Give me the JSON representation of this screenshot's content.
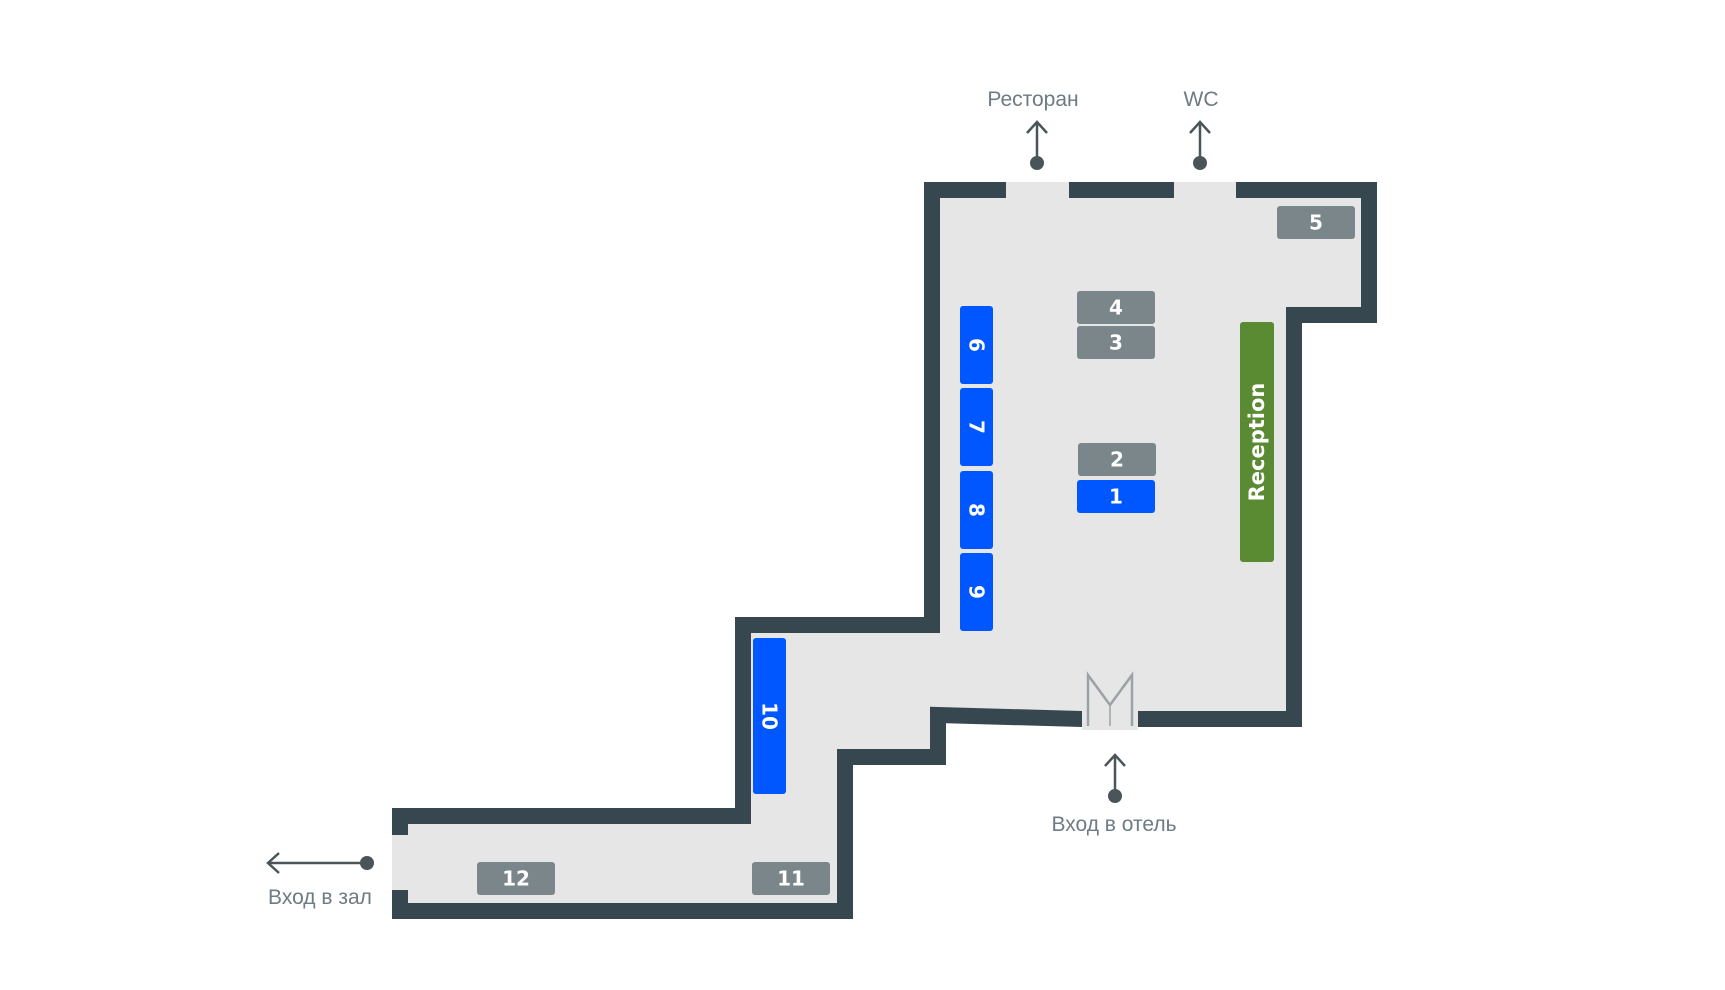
{
  "labels": {
    "restaurant": "Ресторан",
    "wc": "WC",
    "hotel_entrance": "Вход в отель",
    "hall_entrance": "Вход в зал"
  },
  "reception": {
    "label": "Reception",
    "color": "#5a8a32"
  },
  "colors": {
    "wall": "#37474f",
    "floor": "#e6e6e6",
    "booth_gray": "#7b868b",
    "booth_blue": "#0057ff",
    "label": "#6e7b82"
  },
  "booths": [
    {
      "id": "1",
      "label": "1",
      "status": "blue"
    },
    {
      "id": "2",
      "label": "2",
      "status": "gray"
    },
    {
      "id": "3",
      "label": "3",
      "status": "gray"
    },
    {
      "id": "4",
      "label": "4",
      "status": "gray"
    },
    {
      "id": "5",
      "label": "5",
      "status": "gray"
    },
    {
      "id": "6",
      "label": "6",
      "status": "blue"
    },
    {
      "id": "7",
      "label": "7",
      "status": "blue"
    },
    {
      "id": "8",
      "label": "8",
      "status": "blue"
    },
    {
      "id": "9",
      "label": "9",
      "status": "blue"
    },
    {
      "id": "10",
      "label": "10",
      "status": "blue"
    },
    {
      "id": "11",
      "label": "11",
      "status": "gray"
    },
    {
      "id": "12",
      "label": "12",
      "status": "gray"
    }
  ]
}
